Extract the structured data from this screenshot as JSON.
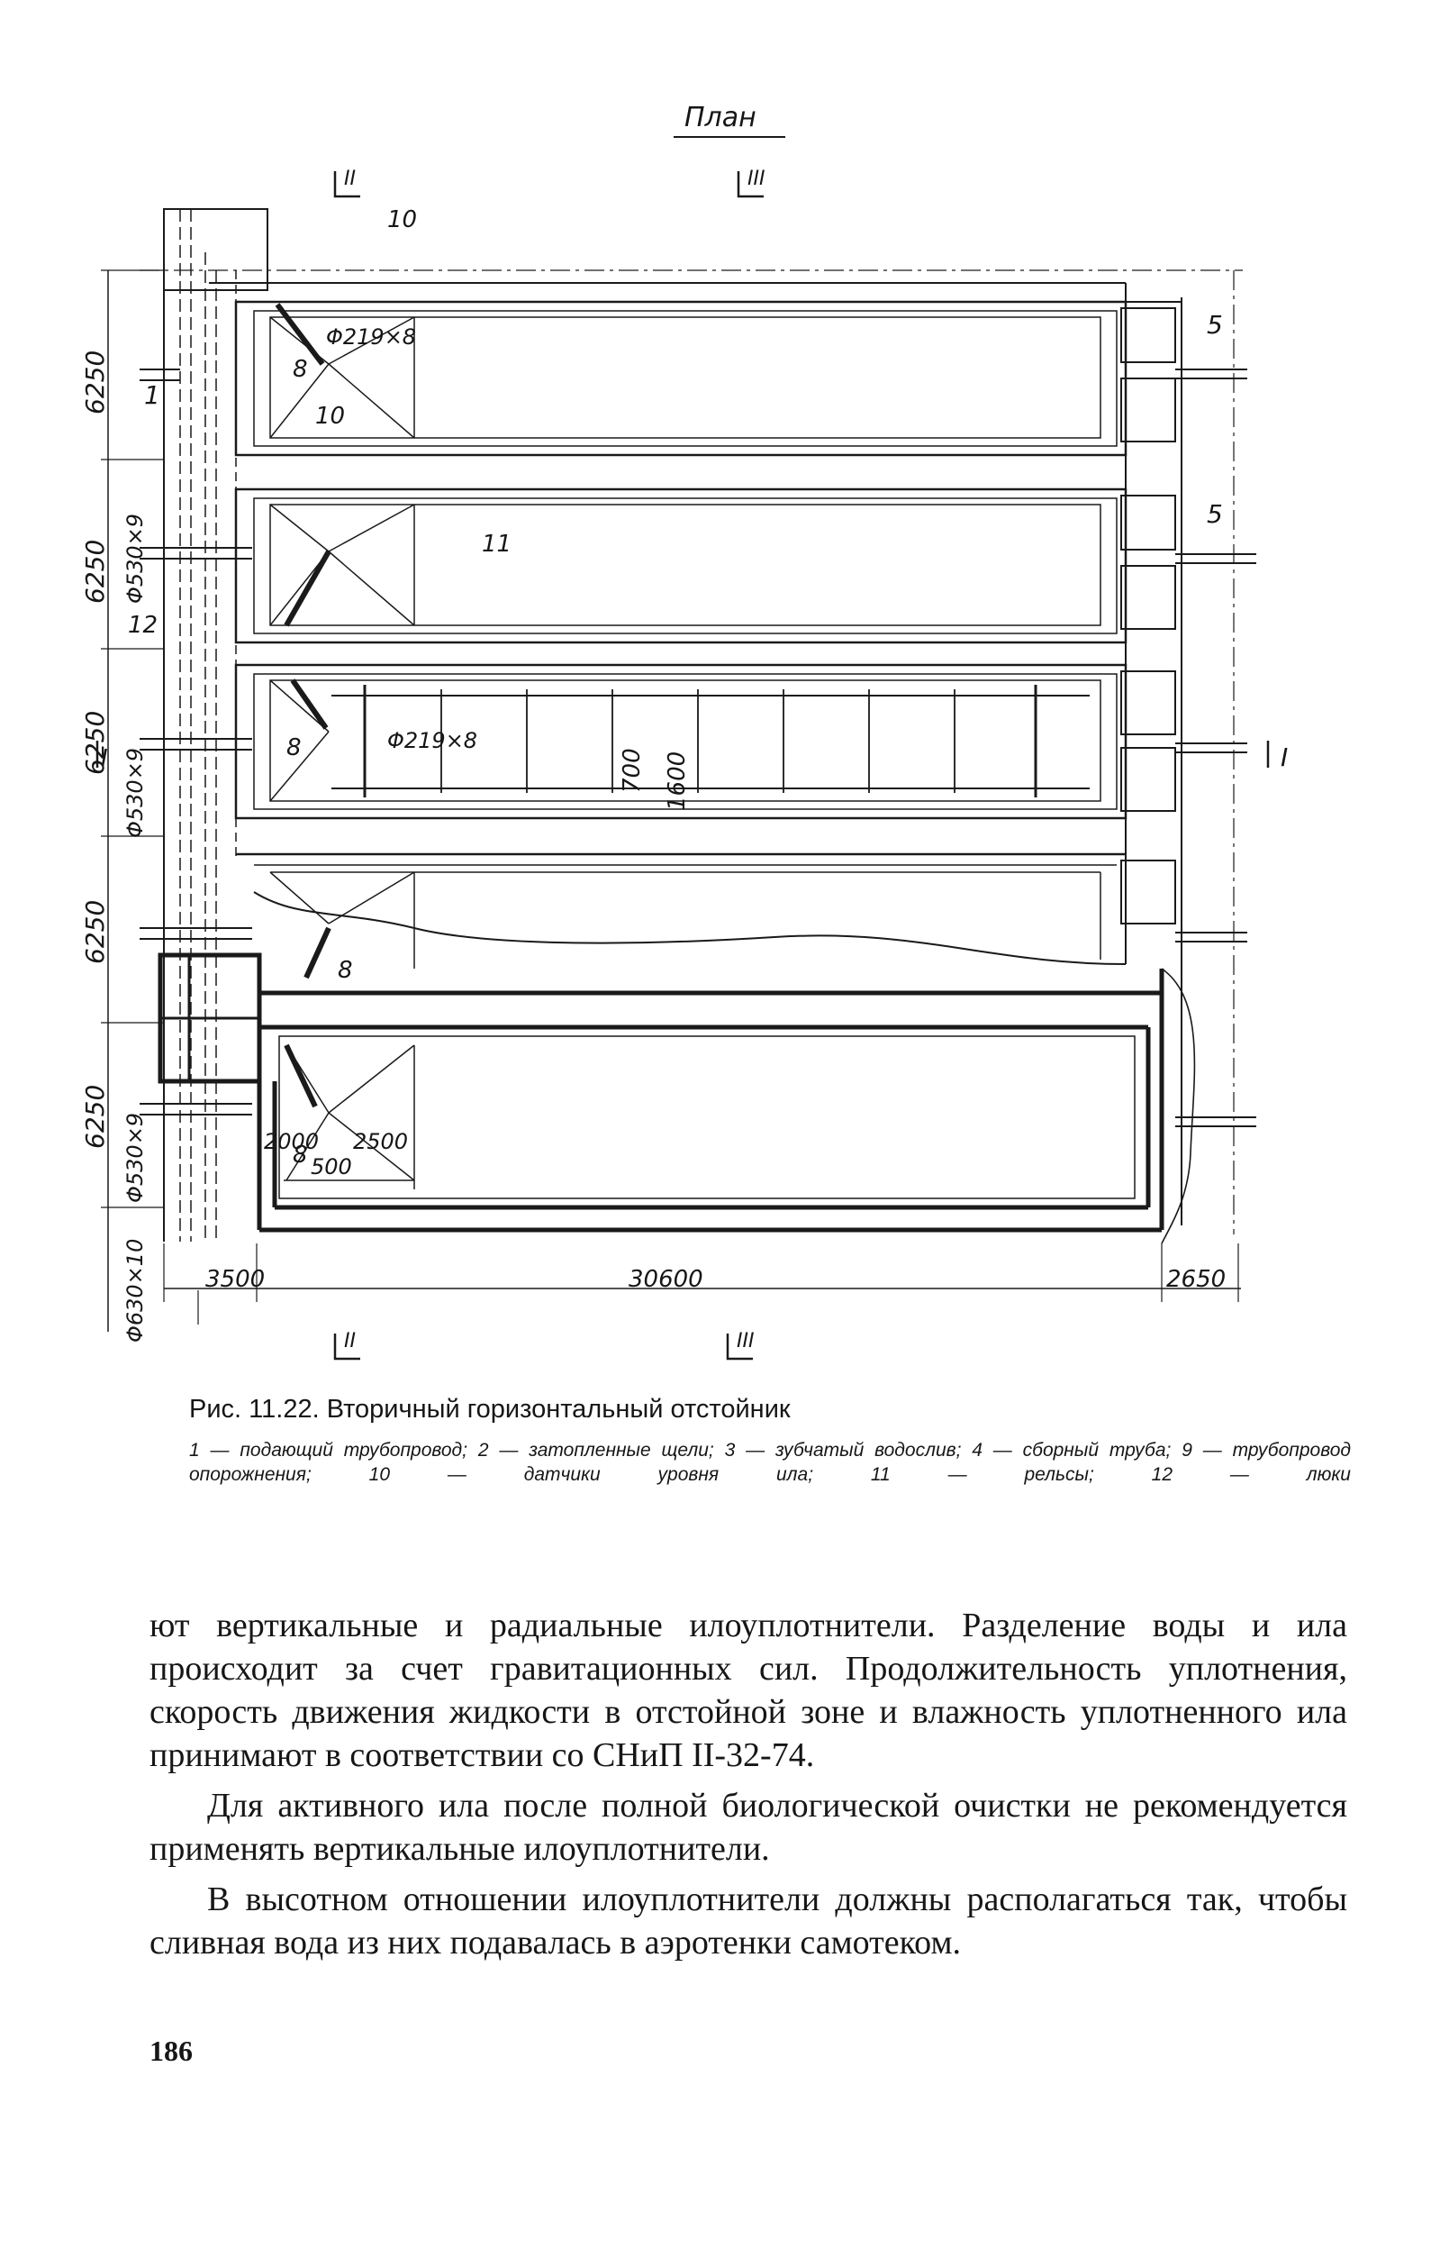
{
  "drawing": {
    "title": "План",
    "section_marks": {
      "ii": "II",
      "iii": "III",
      "i": "I"
    },
    "callouts": [
      "1",
      "5",
      "5",
      "8",
      "8",
      "8",
      "8",
      "10",
      "10",
      "11",
      "12"
    ],
    "dimensions": {
      "left": [
        "6250",
        "6250",
        "6250",
        "6250",
        "6250"
      ],
      "pipes": [
        "Φ530×9",
        "Φ530×9",
        "Φ530×9",
        "Φ630×10"
      ],
      "pipe_small": [
        "Φ219×8",
        "Φ219×8"
      ],
      "inner": [
        "700",
        "1600",
        "2000",
        "2500",
        "500"
      ],
      "bottom": [
        "3500",
        "30600",
        "2650"
      ]
    }
  },
  "caption": {
    "title": "Рис. 11.22. Вторичный горизонтальный отстойник",
    "legend": "1 — подающий трубопровод; 2 — затопленные щели; 3 — зубчатый водослив; 4 — сборный труба; 9 — трубопровод опорожнения; 10 — датчики уровня ила; 11 — рельсы; 12 — люки"
  },
  "body": {
    "paragraphs": [
      "ют вертикальные и радиальные илоуплотнители. Разделение воды и ила происходит за счет гравитационных сил. Продолжительность уплотнения, скорость движения жидкости в отстойной зоне и влажность уплотненного ила принимают в соответствии со СНиП II-32-74.",
      "Для активного ила после полной биологической очистки не рекомендуется применять вертикальные илоуплотнители.",
      "В высотном отношении илоуплотнители должны располагаться так, чтобы сливная вода из них подавалась в аэротенки самотеком."
    ]
  },
  "page_number": "186"
}
